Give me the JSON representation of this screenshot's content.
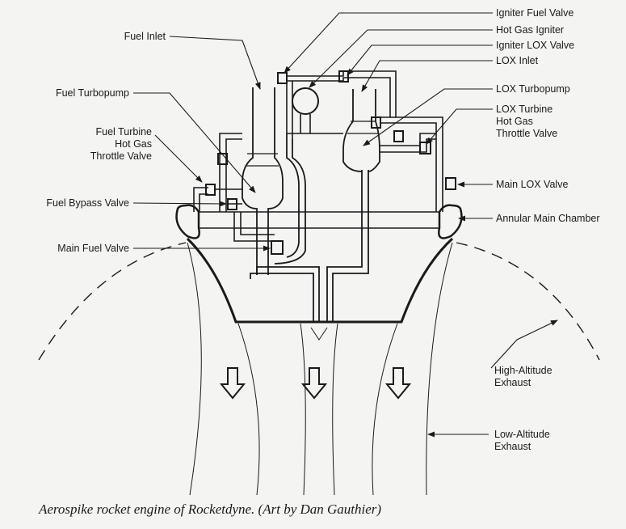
{
  "labels": {
    "fuel_inlet": "Fuel Inlet",
    "fuel_turbopump": "Fuel Turbopump",
    "fuel_turbine_1": "Fuel Turbine",
    "fuel_turbine_2": "Hot Gas",
    "fuel_turbine_3": "Throttle Valve",
    "fuel_bypass_valve": "Fuel Bypass Valve",
    "main_fuel_valve": "Main Fuel Valve",
    "igniter_fuel_valve": "Igniter Fuel Valve",
    "hot_gas_igniter": "Hot Gas Igniter",
    "igniter_lox_valve": "Igniter LOX Valve",
    "lox_inlet": "LOX Inlet",
    "lox_turbopump": "LOX Turbopump",
    "lox_turbine_1": "LOX Turbine",
    "lox_turbine_2": "Hot Gas",
    "lox_turbine_3": "Throttle Valve",
    "main_lox_valve": "Main LOX Valve",
    "annular_main_chamber": "Annular Main Chamber",
    "high_alt_1": "High-Altitude",
    "high_alt_2": "Exhaust",
    "low_alt_1": "Low-Altitude",
    "low_alt_2": "Exhaust"
  },
  "caption": "Aerospike rocket engine of Rocketdyne. (Art by Dan Gauthier)"
}
